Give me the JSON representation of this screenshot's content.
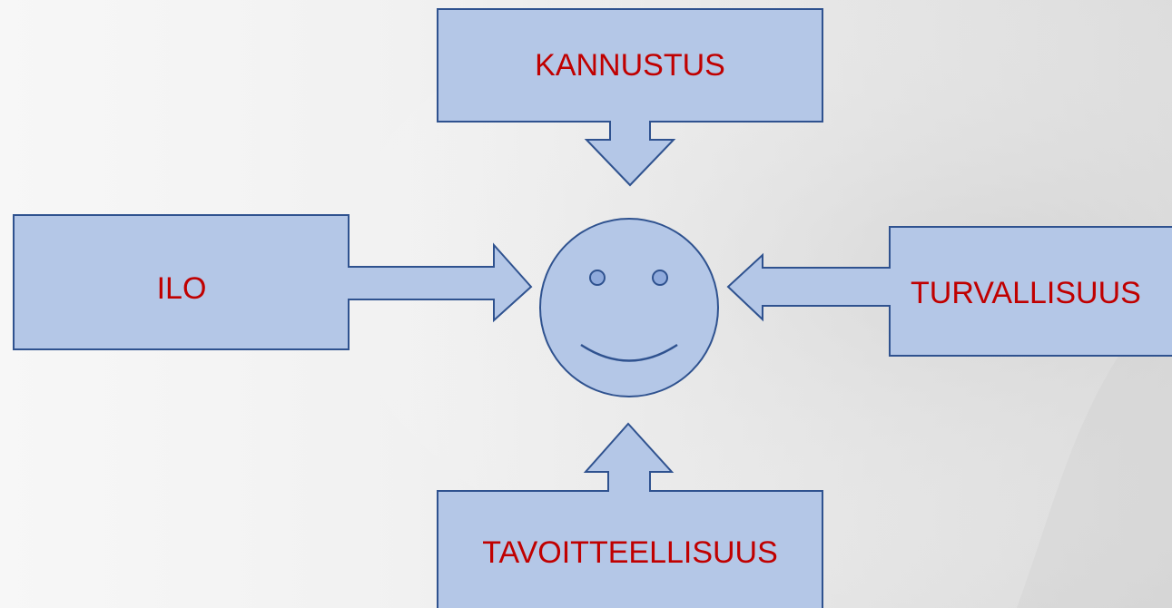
{
  "diagram": {
    "boxes": {
      "top": {
        "label": "KANNUSTUS"
      },
      "left": {
        "label": "ILO"
      },
      "right": {
        "label": "TURVALLISUUS"
      },
      "bottom": {
        "label": "TAVOITTEELLISUUS"
      }
    },
    "center": {
      "icon": "smiley-face-icon"
    },
    "colors": {
      "box_fill": "#b4c7e7",
      "box_stroke": "#2f528f",
      "label_text": "#c00000",
      "background": "#eeeeee"
    }
  }
}
